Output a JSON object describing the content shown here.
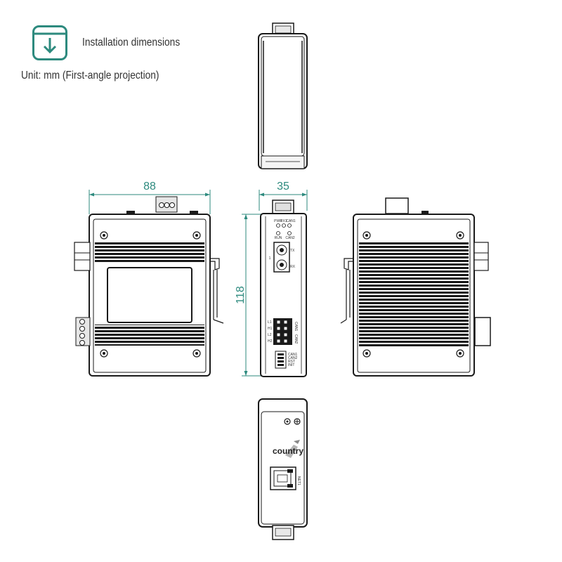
{
  "header": {
    "title": "Installation dimensions",
    "unit_note": "Unit: mm (First-angle projection)",
    "icon": "download-icon",
    "accent_color": "#2d8a7e"
  },
  "dimensions": {
    "width": "88",
    "depth": "35",
    "height": "118"
  },
  "front_panel": {
    "led_pwr": "PWR",
    "led_fx1": "FX1",
    "led_can1": "CAN1",
    "led_run": "RUN",
    "led_can2": "CAN2",
    "port_1": "1",
    "tx": "TX",
    "rx": "RX",
    "term_l1": "L1",
    "term_h1": "H1",
    "term_l2": "L2",
    "term_h2": "H2",
    "can1_label": "CAN1",
    "can2_label": "CAN2",
    "dip_can1": "CAN1",
    "dip_can2": "CAN2",
    "dip_rst": "RST",
    "dip_init": "INIT"
  },
  "bottom_view": {
    "logo_text": "country",
    "port_label": "NET1"
  }
}
